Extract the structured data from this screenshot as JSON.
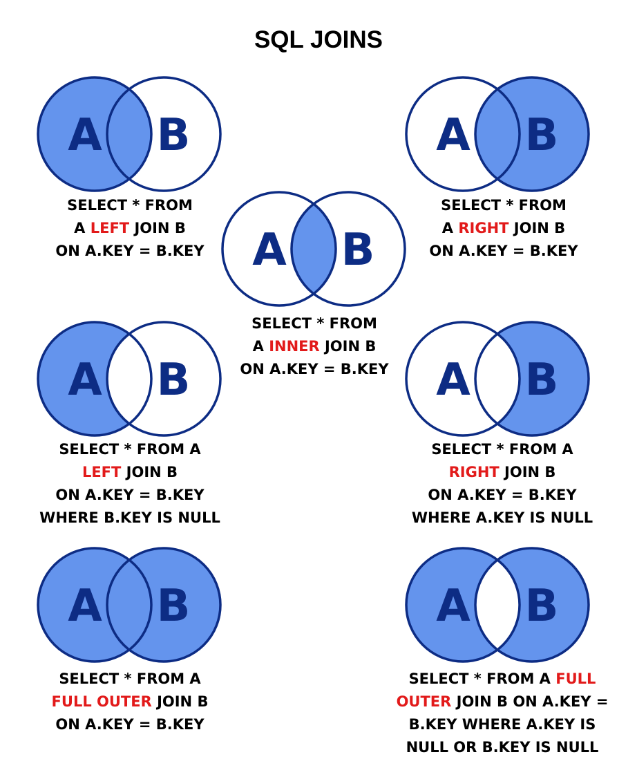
{
  "title": "SQL JOINS",
  "colors": {
    "fill": "#6494ed",
    "stroke": "#0d2c84",
    "letter": "#0d2c84",
    "keyword": "#e21a1a",
    "text": "#000000"
  },
  "letters": {
    "a": "A",
    "b": "B"
  },
  "joins": [
    {
      "id": "left-join",
      "region": "left",
      "lines": [
        [
          {
            "t": "SELECT * FROM"
          }
        ],
        [
          {
            "t": "A "
          },
          {
            "t": "LEFT",
            "kw": true
          },
          {
            "t": " JOIN B"
          }
        ],
        [
          {
            "t": "ON A.KEY = B.KEY"
          }
        ]
      ]
    },
    {
      "id": "right-join",
      "region": "right",
      "lines": [
        [
          {
            "t": "SELECT * FROM"
          }
        ],
        [
          {
            "t": "A "
          },
          {
            "t": "RIGHT",
            "kw": true
          },
          {
            "t": " JOIN B"
          }
        ],
        [
          {
            "t": "ON A.KEY = B.KEY"
          }
        ]
      ]
    },
    {
      "id": "inner-join",
      "region": "inner",
      "lines": [
        [
          {
            "t": "SELECT * FROM"
          }
        ],
        [
          {
            "t": "A "
          },
          {
            "t": "INNER",
            "kw": true
          },
          {
            "t": " JOIN B"
          }
        ],
        [
          {
            "t": "ON A.KEY = B.KEY"
          }
        ]
      ]
    },
    {
      "id": "left-only-join",
      "region": "left-only",
      "lines": [
        [
          {
            "t": "SELECT * FROM A"
          }
        ],
        [
          {
            "t": "LEFT",
            "kw": true
          },
          {
            "t": " JOIN B"
          }
        ],
        [
          {
            "t": "ON A.KEY = B.KEY"
          }
        ],
        [
          {
            "t": "WHERE B.KEY IS NULL"
          }
        ]
      ]
    },
    {
      "id": "right-only-join",
      "region": "right-only",
      "lines": [
        [
          {
            "t": "SELECT * FROM A"
          }
        ],
        [
          {
            "t": "RIGHT",
            "kw": true
          },
          {
            "t": " JOIN B"
          }
        ],
        [
          {
            "t": "ON A.KEY = B.KEY"
          }
        ],
        [
          {
            "t": "WHERE A.KEY IS NULL"
          }
        ]
      ]
    },
    {
      "id": "full-outer-join",
      "region": "full",
      "lines": [
        [
          {
            "t": "SELECT * FROM A"
          }
        ],
        [
          {
            "t": "FULL OUTER",
            "kw": true
          },
          {
            "t": " JOIN B"
          }
        ],
        [
          {
            "t": "ON A.KEY = B.KEY"
          }
        ]
      ]
    },
    {
      "id": "full-outer-exclusive-join",
      "region": "full-exclusive",
      "lines": [
        [
          {
            "t": "SELECT * FROM A "
          },
          {
            "t": "FULL",
            "kw": true
          }
        ],
        [
          {
            "t": "OUTER",
            "kw": true
          },
          {
            "t": " JOIN B ON A.KEY ="
          }
        ],
        [
          {
            "t": "B.KEY WHERE A.KEY IS"
          }
        ],
        [
          {
            "t": "NULL OR B.KEY IS NULL"
          }
        ]
      ]
    }
  ]
}
